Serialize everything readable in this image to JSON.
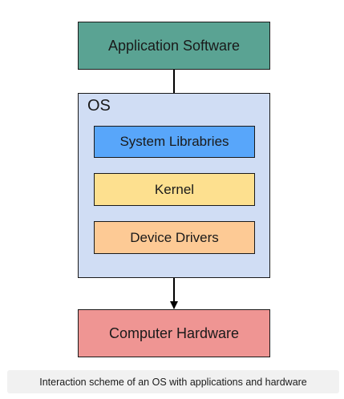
{
  "diagram": {
    "application": {
      "label": "Application Software",
      "color": "#5aa393"
    },
    "os": {
      "label": "OS",
      "color": "#d0ddf4",
      "layers": [
        {
          "key": "libraries",
          "label": "System Librabries",
          "color": "#58a6fa"
        },
        {
          "key": "kernel",
          "label": "Kernel",
          "color": "#fde08f"
        },
        {
          "key": "drivers",
          "label": "Device Drivers",
          "color": "#fdca95"
        }
      ]
    },
    "hardware": {
      "label": "Computer Hardware",
      "color": "#ef9593"
    }
  },
  "caption": "Interaction scheme of an OS with applications and hardware"
}
